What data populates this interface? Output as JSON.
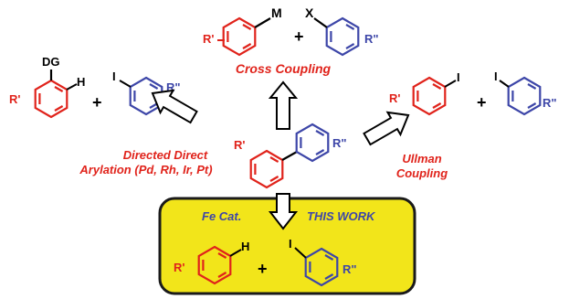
{
  "colors": {
    "red": "#e0231b",
    "blue": "#3d46a8",
    "black": "#000000",
    "panel_fill": "#f2e51a",
    "panel_stroke": "#1a1a1a"
  },
  "sub": {
    "r1": "R'",
    "r2": "R\"",
    "metal": "M",
    "halide": "X",
    "iodo": "I",
    "hydrogen": "H",
    "directing_group": "DG",
    "plus": "+"
  },
  "captions": {
    "cross_coupling": "Cross Coupling",
    "directed_line1": "Directed Direct",
    "directed_line2": "Arylation (Pd, Rh, Ir, Pt)",
    "ullman_line1": "Ullman",
    "ullman_line2": "Coupling",
    "fe_cat": "Fe Cat.",
    "this_work": "THIS WORK"
  }
}
